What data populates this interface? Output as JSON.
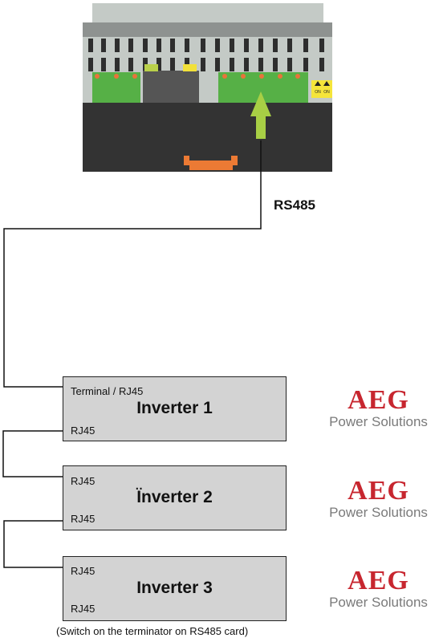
{
  "bus_label": "RS485",
  "card": {
    "switch_labels": [
      "ON",
      "ON"
    ]
  },
  "inverters": [
    {
      "name": "Inverter 1",
      "port_top": "Terminal / RJ45",
      "port_bottom": "RJ45"
    },
    {
      "name": "Ïnverter 2",
      "port_top": "RJ45",
      "port_bottom": "RJ45"
    },
    {
      "name": "Inverter 3",
      "port_top": "RJ45",
      "port_bottom": "RJ45"
    }
  ],
  "logos": [
    {
      "brand": "AEG",
      "tagline": "Power Solutions"
    },
    {
      "brand": "AEG",
      "tagline": "Power Solutions"
    },
    {
      "brand": "AEG",
      "tagline": "Power Solutions"
    }
  ],
  "footnote": "(Switch on the terminator on RS485 card)",
  "colors": {
    "card_frame": "#c4cac6",
    "card_top_strip": "#8e9290",
    "card_base": "#333333",
    "connector_green": "#56b046",
    "connector_dark": "#555555",
    "led_orange": "#e8743a",
    "led_yellow_green": "#b9d04a",
    "led_yellow": "#f2e13a",
    "dip_switch_yellow": "#f5e53a",
    "arrow_green": "#a8cf45",
    "edge_connector_orange": "#ec7a34",
    "inverter_box": "#d3d3d3",
    "logo_red": "#c7262f",
    "logo_grey": "#7a7a7a"
  }
}
